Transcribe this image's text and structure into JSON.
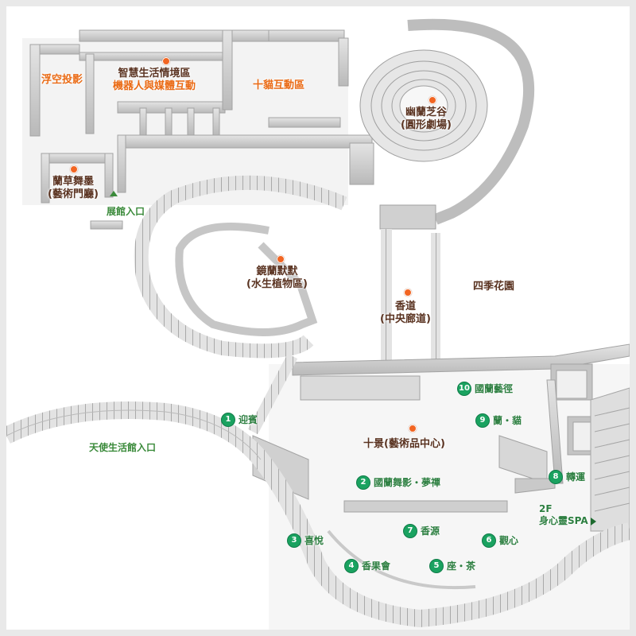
{
  "colors": {
    "area_label": "#5a3321",
    "highlight_label": "#ea6a14",
    "entrance_label": "#3a8a3a",
    "stop_badge": "#1aa260",
    "marker_dot": "#f26522"
  },
  "areas": {
    "floating_projection": "浮空投影",
    "smart_life_l1": "智慧生活情境區",
    "smart_life_l2": "機器人與媒體互動",
    "cat_interaction": "十貓互動區",
    "amphitheater_l1": "幽蘭芝谷",
    "amphitheater_l2": "(圓形劇場)",
    "ink_hall_l1": "蘭草舞墨",
    "ink_hall_l2": "(藝術門廳)",
    "mirror_l1": "鏡蘭默默",
    "mirror_l2": "(水生植物區)",
    "corridor_l1": "香道",
    "corridor_l2": "(中央廊道)",
    "four_seasons": "四季花園",
    "ten_views": "十景(藝術品中心)"
  },
  "entrances": {
    "exhibition": "展館入口",
    "angel": "天使生活館入口",
    "spa_floor": "2F",
    "spa": "身心靈SPA"
  },
  "stops": [
    {
      "num": "1",
      "label": "迎賓"
    },
    {
      "num": "2",
      "label": "國蘭舞影・夢禪"
    },
    {
      "num": "3",
      "label": "喜悅"
    },
    {
      "num": "4",
      "label": "香果會"
    },
    {
      "num": "5",
      "label": "座・茶"
    },
    {
      "num": "6",
      "label": "觀心"
    },
    {
      "num": "7",
      "label": "香源"
    },
    {
      "num": "8",
      "label": "轉運"
    },
    {
      "num": "9",
      "label": "蘭・貓"
    },
    {
      "num": "10",
      "label": "國蘭藝徑"
    }
  ]
}
